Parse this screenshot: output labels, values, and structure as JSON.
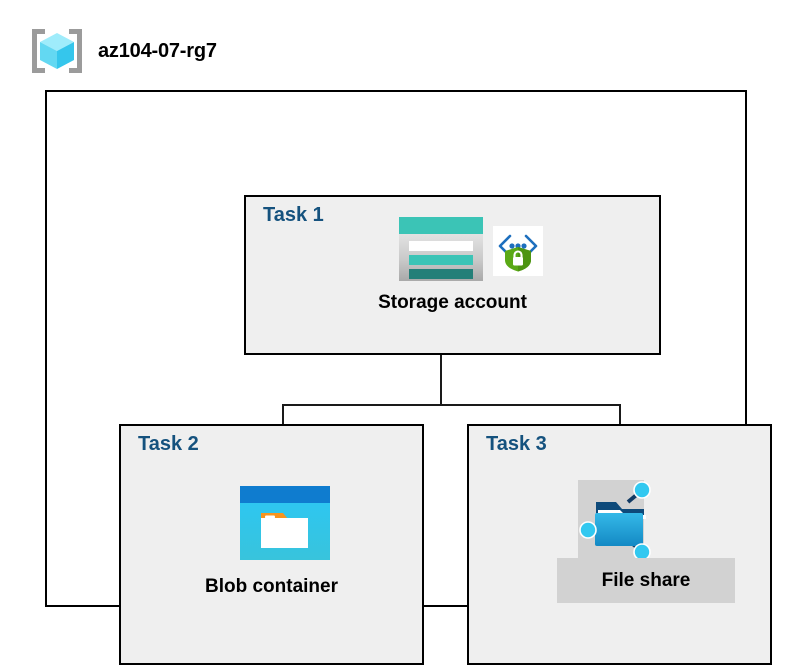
{
  "diagram": {
    "type": "azure-architecture",
    "resource_group": {
      "title": "az104-07-rg7",
      "icon": "resource-group-icon"
    },
    "tasks": [
      {
        "id": "task1",
        "label": "Task 1",
        "node_label": "Storage account",
        "icons": [
          "storage-account-icon",
          "secure-endpoint-icon"
        ]
      },
      {
        "id": "task2",
        "label": "Task 2",
        "node_label": "Blob container",
        "icons": [
          "blob-container-icon"
        ]
      },
      {
        "id": "task3",
        "label": "Task 3",
        "node_label": "File share",
        "icons": [
          "file-share-icon"
        ]
      }
    ],
    "connections": [
      {
        "from": "Storage account",
        "to": "Blob container"
      },
      {
        "from": "Storage account",
        "to": "File share"
      }
    ],
    "colors": {
      "task_label": "#15527e",
      "task_box_fill": "#efefef",
      "border": "#000000",
      "connector": "#1a1a1a",
      "storage_teal": "#3bc4b6",
      "storage_dark_teal": "#237f78",
      "blob_blue": "#0f7ccf",
      "blob_cyan": "#2ec6f0",
      "blob_orange": "#f7941e",
      "fileshare_blue": "#23a8e0",
      "fileshare_node": "#32c8f0",
      "shield_green": "#5aa916",
      "bracket_blue": "#1d6fbe",
      "rg_cube_cyan": "#7fe3f7",
      "rg_bracket_gray": "#9b9b9b",
      "patch_gray": "#d2d2d2"
    }
  }
}
